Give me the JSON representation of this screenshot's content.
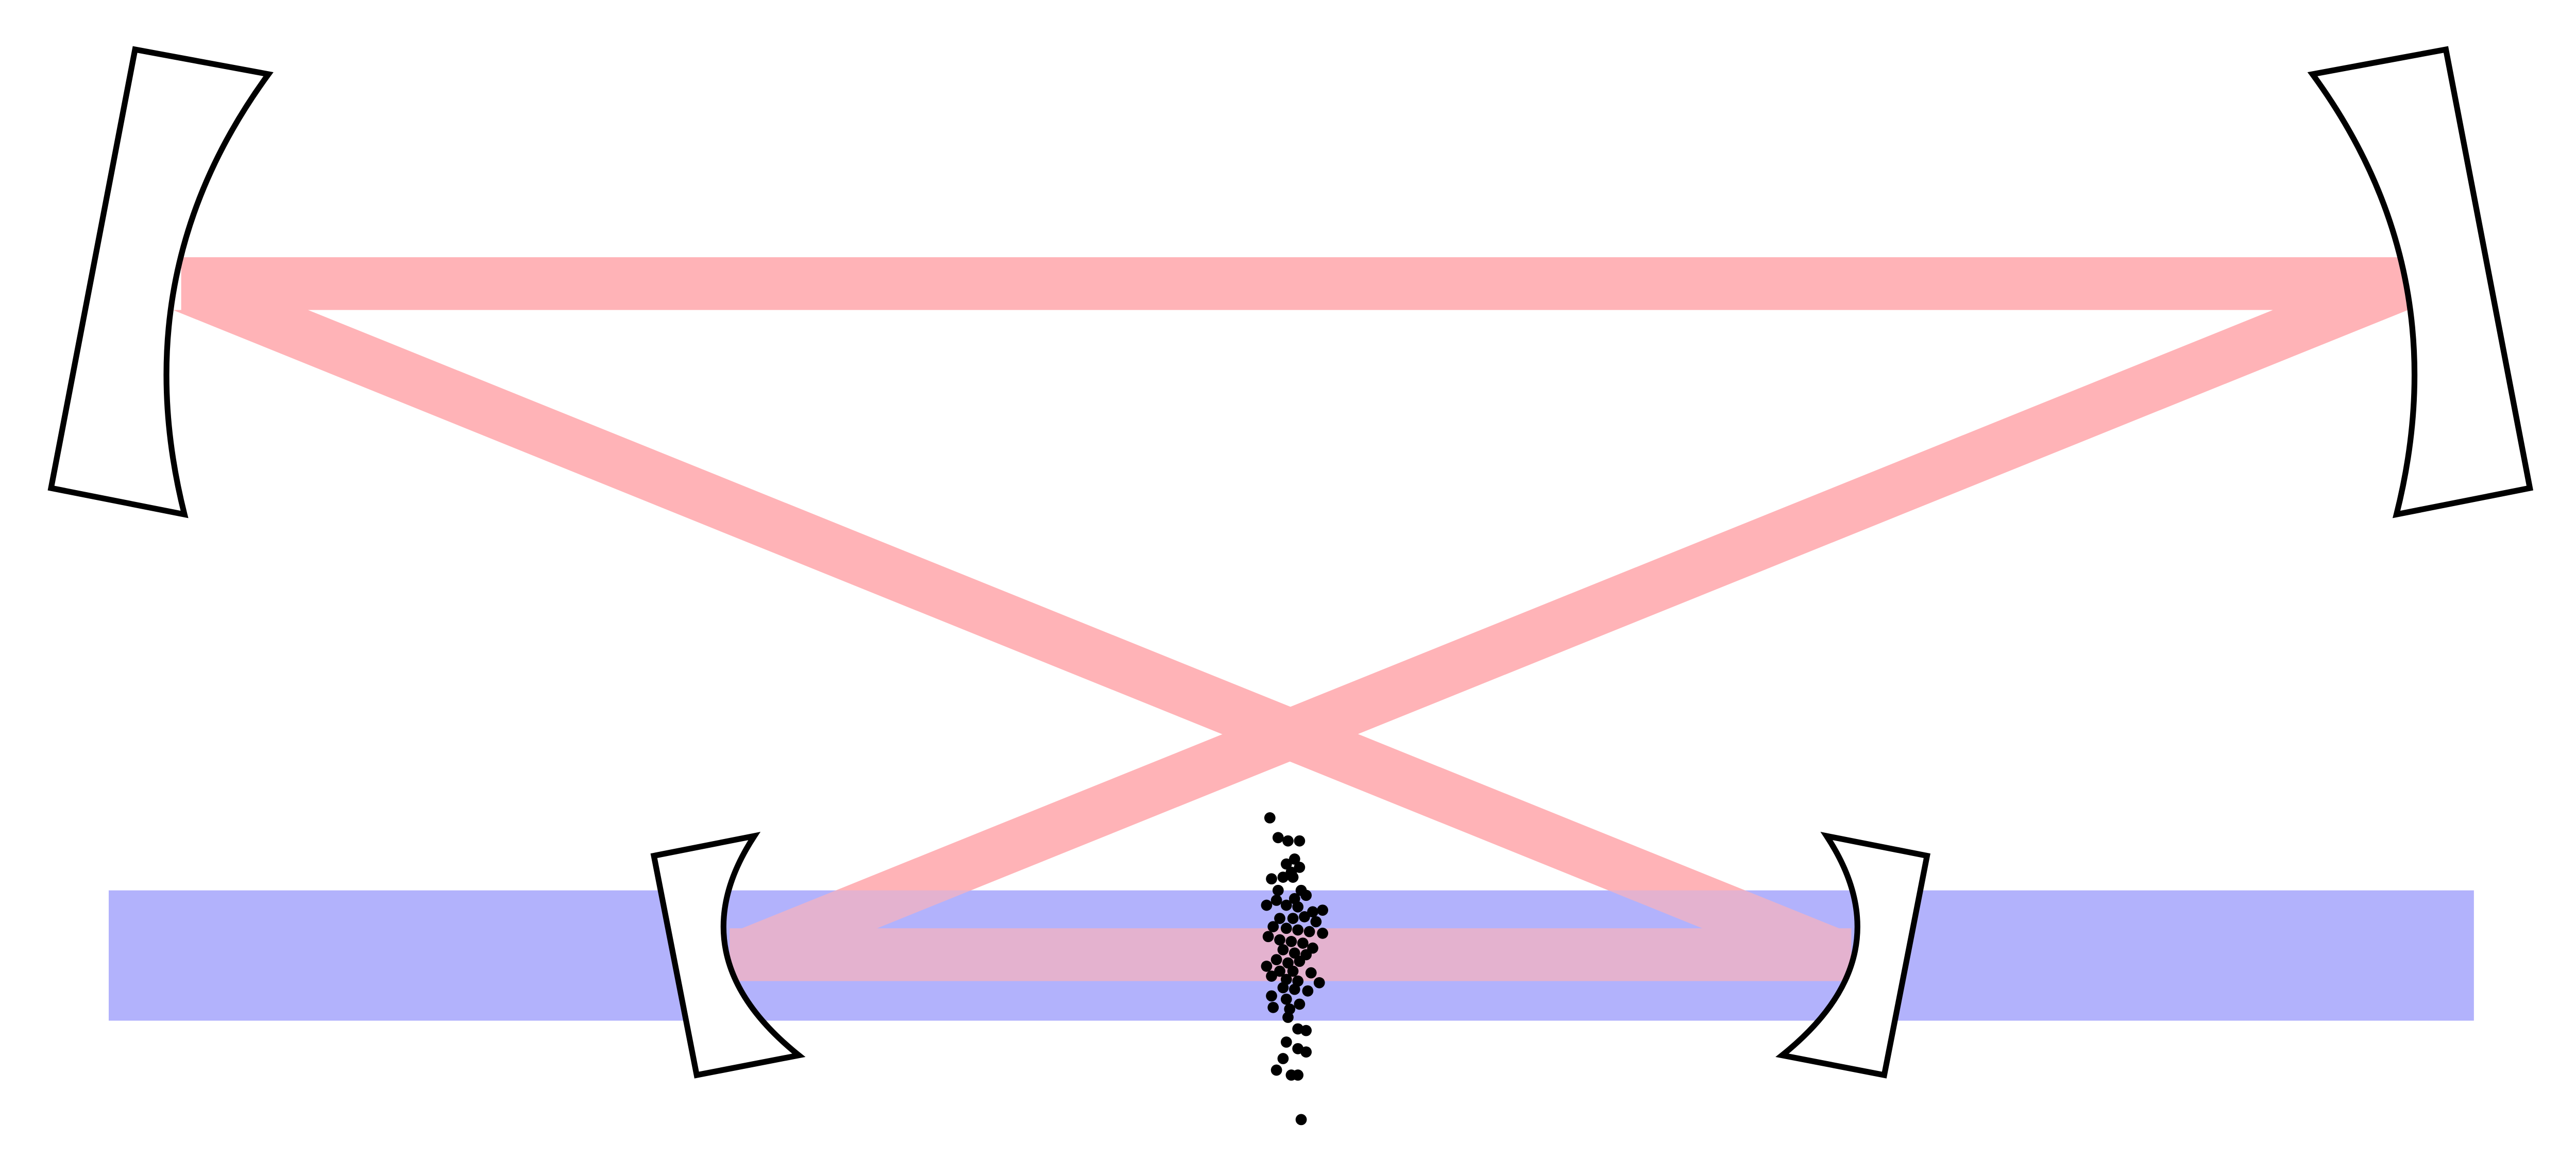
{
  "diagram": {
    "kind": "bow-tie ring optical cavity with atom cloud",
    "colors": {
      "background": "#ffffff",
      "cavity_beam": "#ffb3b7",
      "probe_beam": "#b3b3fc",
      "mirror_outline": "#000000",
      "mirror_fill": "#ffffff",
      "atom": "#000000"
    },
    "opacity": {
      "probe_beam": 1.0,
      "probe_beam_overlay": 0.35
    },
    "atom_count": 68
  }
}
